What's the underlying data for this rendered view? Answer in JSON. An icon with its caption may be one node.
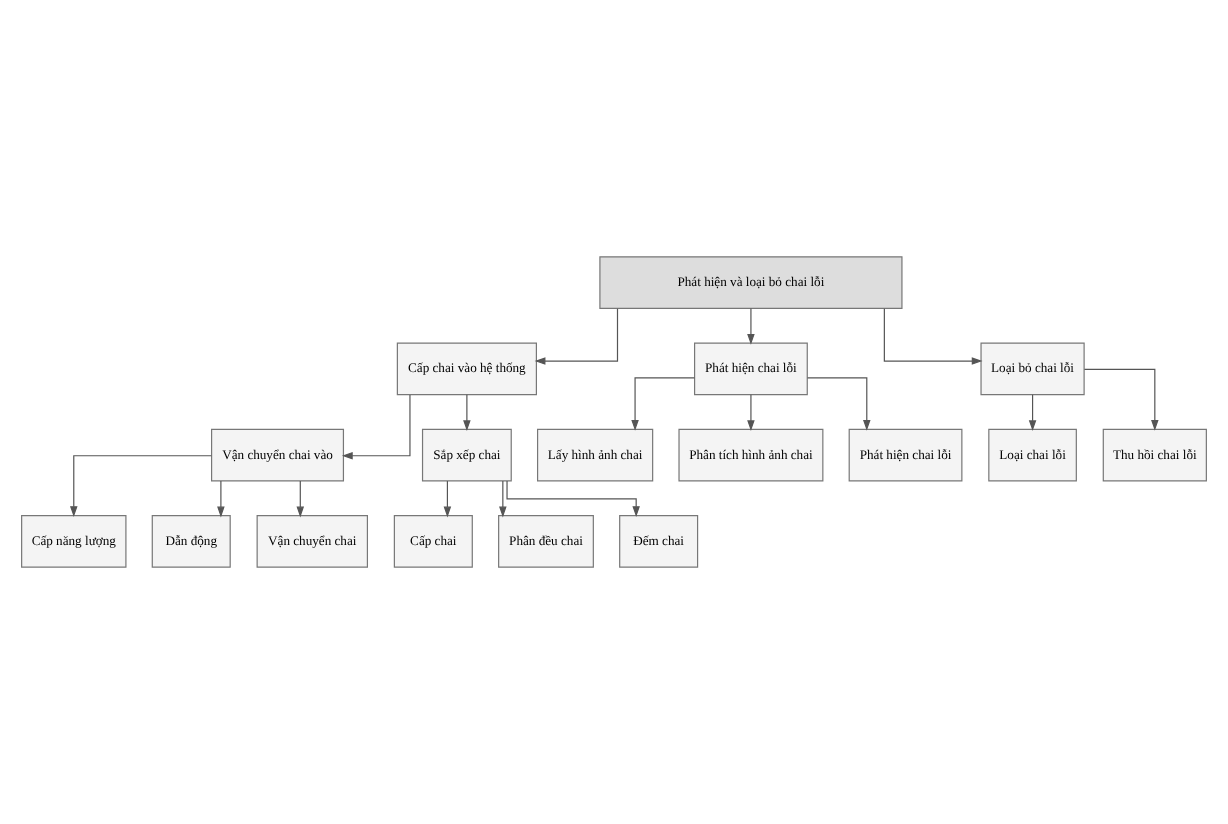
{
  "diagram": {
    "nodes": [
      {
        "text": [
          "Phát hiện và loại bỏ chai lỗi"
        ]
      },
      {
        "text": [
          "Cấp chai vào hệ thống"
        ]
      },
      {
        "text": [
          "Phát hiện chai lỗi"
        ]
      },
      {
        "text": [
          "Loại bỏ chai lỗi"
        ]
      },
      {
        "text": [
          "Vận chuyển chai vào"
        ]
      },
      {
        "text": [
          "Sắp xếp chai"
        ]
      },
      {
        "text": [
          "Cấp năng lượng"
        ]
      },
      {
        "text": [
          "Dẫn động"
        ]
      },
      {
        "text": [
          "Vận chuyển chai"
        ]
      },
      {
        "text": [
          "Loại chai lỗi"
        ]
      },
      {
        "text": [
          "Thu hồi chai lỗi"
        ]
      },
      {
        "text": [
          "Cấp chai"
        ]
      },
      {
        "text": [
          "Phân đều chai"
        ]
      },
      {
        "text": [
          "Đếm chai"
        ]
      },
      {
        "text": [
          "Lấy hình ảnh chai"
        ]
      },
      {
        "text": [
          "Phân tích hình ảnh chai"
        ]
      },
      {
        "text": [
          "Phát hiện chai lỗi"
        ]
      }
    ],
    "edges": [
      {
        "from": 0,
        "to": 1,
        "arrow": "to"
      },
      {
        "from": 0,
        "to": 2,
        "arrow": "to"
      },
      {
        "from": 0,
        "to": 3,
        "arrow": "to"
      },
      {
        "from": 1,
        "to": 4,
        "arrow": "to"
      },
      {
        "from": 1,
        "to": 5,
        "arrow": "to"
      },
      {
        "from": 4,
        "to": 6,
        "arrow": "to"
      },
      {
        "from": 4,
        "to": 7,
        "arrow": "to"
      },
      {
        "from": 4,
        "to": 8,
        "arrow": "to"
      },
      {
        "from": 3,
        "to": 9,
        "arrow": "to"
      },
      {
        "from": 3,
        "to": 10,
        "arrow": "to"
      },
      {
        "from": 5,
        "to": 11,
        "arrow": "to"
      },
      {
        "from": 5,
        "to": 12,
        "arrow": "to"
      },
      {
        "from": 5,
        "to": 13,
        "arrow": "to"
      },
      {
        "from": 2,
        "to": 14,
        "arrow": "to"
      },
      {
        "from": 2,
        "to": 15,
        "arrow": "to"
      },
      {
        "from": 2,
        "to": 16,
        "arrow": "to"
      }
    ]
  }
}
